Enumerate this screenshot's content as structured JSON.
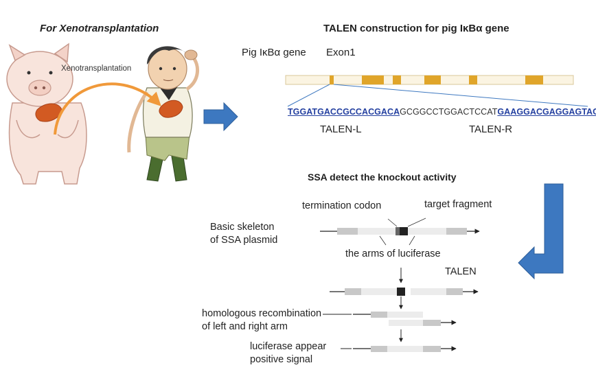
{
  "titles": {
    "left": "For Xenotransplantation",
    "right": "TALEN construction for pig IκBα gene",
    "ssa": "SSA detect the knockout activity"
  },
  "gene": {
    "label": "Pig IκBα gene",
    "exon_label": "Exon1"
  },
  "sequence": {
    "left_arm": "TGGATGACCGCCACGACA",
    "spacer": "GCGGCCTGGACTCCAT",
    "right_arm": "GAAGGACGAGGAGTACGA"
  },
  "talen_labels": {
    "left": "TALEN-L",
    "right": "TALEN-R"
  },
  "illustration": {
    "arrow_label": "Xenotransplantation"
  },
  "ssa_labels": {
    "termination_codon": "termination codon",
    "target_fragment": "target fragment",
    "skeleton_line1": "Basic skeleton",
    "skeleton_line2": "of SSA plasmid",
    "arms": "the arms of luciferase",
    "talen": "TALEN",
    "homologous_line1": "homologous recombination",
    "homologous_line2": "of left and right arm",
    "luciferase_line1": "luciferase appear",
    "luciferase_line2": "positive signal"
  },
  "colors": {
    "exon": "#e0a52a",
    "exon_bar": "#fbf4e2",
    "blue_arrow": "#3d78c0",
    "sequence_highlight": "#2440a0",
    "orange_arrow": "#f0993a",
    "arm_gray": "#c8c8c8",
    "target_dark": "#222222"
  }
}
